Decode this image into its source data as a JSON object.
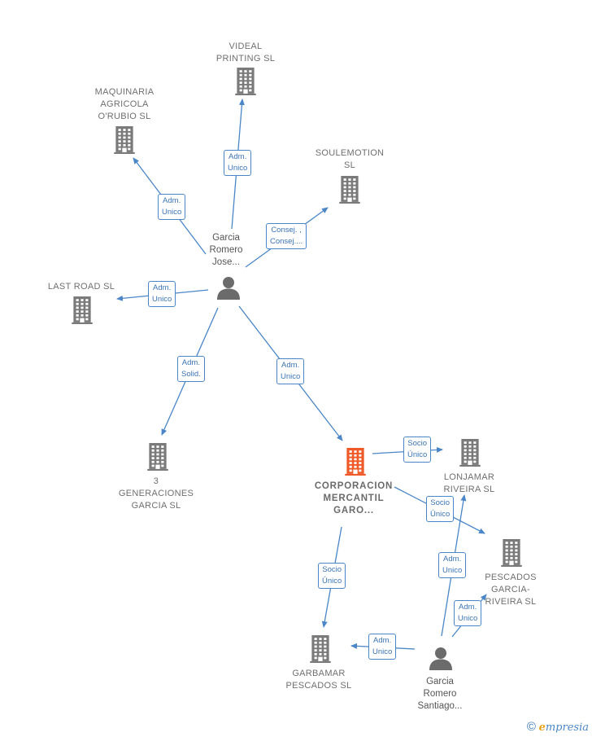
{
  "colors": {
    "edge": "#4a86c8",
    "edge_label_text": "#3b74b5",
    "company_icon": "#7a7a7a",
    "focus_company_icon": "#f05a28",
    "person_icon": "#6b6b6b"
  },
  "nodes": {
    "videal": {
      "label": "VIDEAL\nPRINTING  SL",
      "kind": "company"
    },
    "maquinaria": {
      "label": "MAQUINARIA\nAGRICOLA\nO'RUBIO SL",
      "kind": "company"
    },
    "soulemotion": {
      "label": "SOULEMOTION\nSL",
      "kind": "company"
    },
    "garcia_jose": {
      "label": "Garcia\nRomero\nJose...",
      "kind": "person"
    },
    "last_road": {
      "label": "LAST ROAD  SL",
      "kind": "company"
    },
    "tres_generaciones": {
      "label": "3\nGENERACIONES\nGARCIA  SL",
      "kind": "company"
    },
    "corporacion": {
      "label": "CORPORACION\nMERCANTIL\nGARO...",
      "kind": "focus"
    },
    "lonjamar": {
      "label": "LONJAMAR\nRIVEIRA  SL",
      "kind": "company"
    },
    "pescados_garcia": {
      "label": "PESCADOS\nGARCIA-\nRIVEIRA SL",
      "kind": "company"
    },
    "garbamar": {
      "label": "GARBAMAR\nPESCADOS SL",
      "kind": "company"
    },
    "garcia_santiago": {
      "label": "Garcia\nRomero\nSantiago...",
      "kind": "person"
    }
  },
  "edges": [
    {
      "id": "e1",
      "from": "garcia_jose",
      "to": "videal",
      "label": "Adm.\nUnico"
    },
    {
      "id": "e2",
      "from": "garcia_jose",
      "to": "maquinaria",
      "label": "Adm.\nUnico"
    },
    {
      "id": "e3",
      "from": "garcia_jose",
      "to": "soulemotion",
      "label": "Consej. ,\nConsej...."
    },
    {
      "id": "e4",
      "from": "garcia_jose",
      "to": "last_road",
      "label": "Adm.\nUnico"
    },
    {
      "id": "e5",
      "from": "garcia_jose",
      "to": "tres_generaciones",
      "label": "Adm.\nSolid."
    },
    {
      "id": "e6",
      "from": "garcia_jose",
      "to": "corporacion",
      "label": "Adm.\nUnico"
    },
    {
      "id": "e7",
      "from": "corporacion",
      "to": "lonjamar",
      "label": "Socio\nÚnico"
    },
    {
      "id": "e8",
      "from": "corporacion",
      "to": "pescados_garcia",
      "label": "Socio\nÚnico"
    },
    {
      "id": "e9",
      "from": "corporacion",
      "to": "garbamar",
      "label": "Socio\nÚnico"
    },
    {
      "id": "e10",
      "from": "garcia_santiago",
      "to": "lonjamar",
      "label": "Adm.\nUnico"
    },
    {
      "id": "e11",
      "from": "garcia_santiago",
      "to": "pescados_garcia",
      "label": "Adm.\nUnico"
    },
    {
      "id": "e12",
      "from": "garcia_santiago",
      "to": "garbamar",
      "label": "Adm.\nUnico"
    }
  ],
  "footer": {
    "copyright_symbol": "©",
    "brand_initial": "e",
    "brand_rest": "mpresia"
  }
}
